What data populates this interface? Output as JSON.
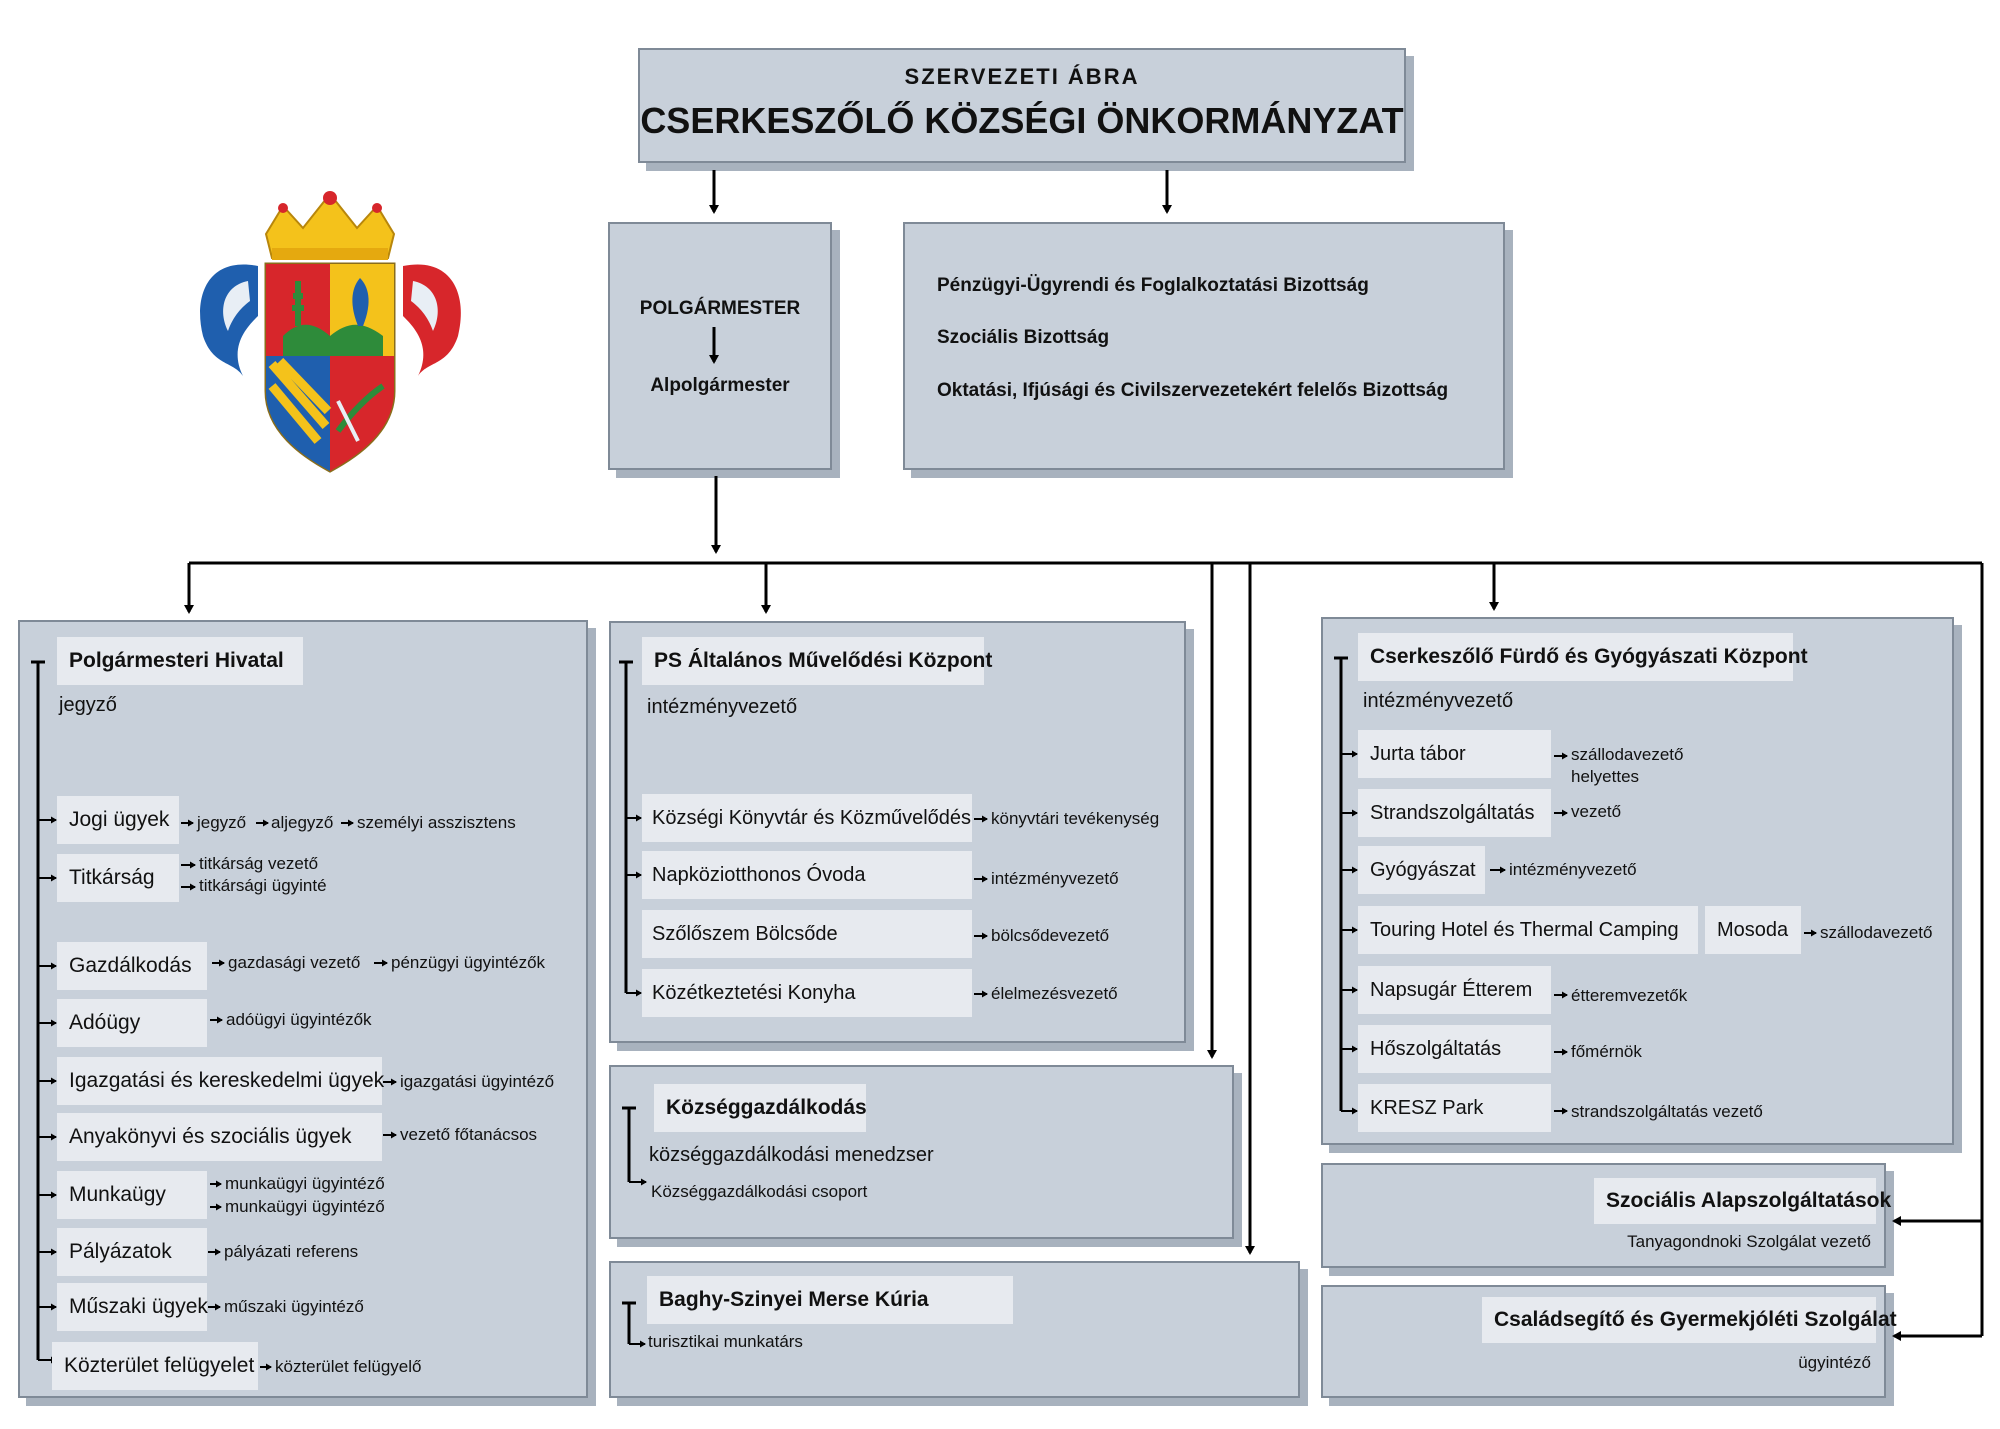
{
  "title": {
    "kicker": "SZERVEZETI ÁBRA",
    "main": "CSERKESZŐLŐ KÖZSÉGI ÖNKORMÁNYZAT"
  },
  "crest": {
    "name": "coat-of-arms",
    "colors": {
      "red": "#d7262b",
      "gold": "#f4c21b",
      "blue": "#1f5fae",
      "green": "#2e8b3a"
    }
  },
  "mayor": {
    "title": "POLGÁRMESTER",
    "deputy": "Alpolgármester"
  },
  "committees": [
    "Pénzügyi-Ügyrendi és Foglalkoztatási Bizottság",
    "Szociális Bizottság",
    "Oktatási, Ifjúsági és Civilszervezetekért felelős Bizottság"
  ],
  "hivatal": {
    "title": "Polgármesteri Hivatal",
    "head": "jegyző",
    "units": [
      {
        "name": "Jogi ügyek",
        "roles": [
          "jegyző",
          "aljegyző",
          "személyi asszisztens"
        ]
      },
      {
        "name": "Titkárság",
        "roles": [
          "titkárság vezető",
          "titkársági ügyinté"
        ]
      },
      {
        "name": "Gazdálkodás",
        "roles": [
          "gazdasági vezető",
          "pénzügyi ügyintézők"
        ]
      },
      {
        "name": "Adóügy",
        "roles": [
          "adóügyi ügyintézők"
        ]
      },
      {
        "name": "Igazgatási és kereskedelmi ügyek",
        "roles": [
          "igazgatási ügyintéző"
        ]
      },
      {
        "name": "Anyakönyvi és szociális ügyek",
        "roles": [
          "vezető főtanácsos"
        ]
      },
      {
        "name": "Munkaügy",
        "roles": [
          "munkaügyi ügyintéző",
          "munkaügyi ügyintéző"
        ]
      },
      {
        "name": "Pályázatok",
        "roles": [
          "pályázati referens"
        ]
      },
      {
        "name": "Műszaki ügyek",
        "roles": [
          "műszaki ügyintéző"
        ]
      },
      {
        "name": "Közterület felügyelet",
        "roles": [
          "közterület felügyelő"
        ]
      }
    ]
  },
  "ps": {
    "title": "PS Általános Művelődési Központ",
    "head": "intézményvezető",
    "units": [
      {
        "name": "Községi Könyvtár és Közművelődés",
        "role": "könyvtári tevékenység"
      },
      {
        "name": "Napköziotthonos Óvoda",
        "role": "intézményvezető"
      },
      {
        "name": "Szőlőszem Bölcsőde",
        "role": "bölcsődevezető"
      },
      {
        "name": "Közétkeztetési Konyha",
        "role": "élelmezésvezető"
      }
    ]
  },
  "kozseg": {
    "title": "Községgazdálkodás",
    "head": "községgazdálkodási menedzser",
    "sub": "Községgazdálkodási csoport"
  },
  "kuria": {
    "title": "Baghy-Szinyei Merse Kúria",
    "sub": "turisztikai munkatárs"
  },
  "furdo": {
    "title": "Cserkeszőlő Fürdő és Gyógyászati Központ",
    "head": "intézményvezető",
    "units": [
      {
        "name": "Jurta tábor",
        "roles": [
          "szállodavezető",
          "helyettes"
        ]
      },
      {
        "name": "Strandszolgáltatás",
        "roles": [
          "vezető"
        ]
      },
      {
        "name": "Gyógyászat",
        "roles": [
          "intézményvezető"
        ]
      },
      {
        "name": "Touring Hotel és Thermal Camping",
        "extra": "Mosoda",
        "roles": [
          "szállodavezető"
        ]
      },
      {
        "name": "Napsugár Étterem",
        "roles": [
          "étteremvezetők"
        ]
      },
      {
        "name": "Hőszolgáltatás",
        "roles": [
          "főmérnök"
        ]
      },
      {
        "name": "KRESZ Park",
        "roles": [
          "strandszolgáltatás vezető"
        ]
      }
    ]
  },
  "szocialis": {
    "title": "Szociális Alapszolgáltatások",
    "sub": "Tanyagondnoki Szolgálat vezető"
  },
  "csalad": {
    "title": "Családsegítő és Gyermekjóléti Szolgálat",
    "sub": "ügyintéző"
  }
}
